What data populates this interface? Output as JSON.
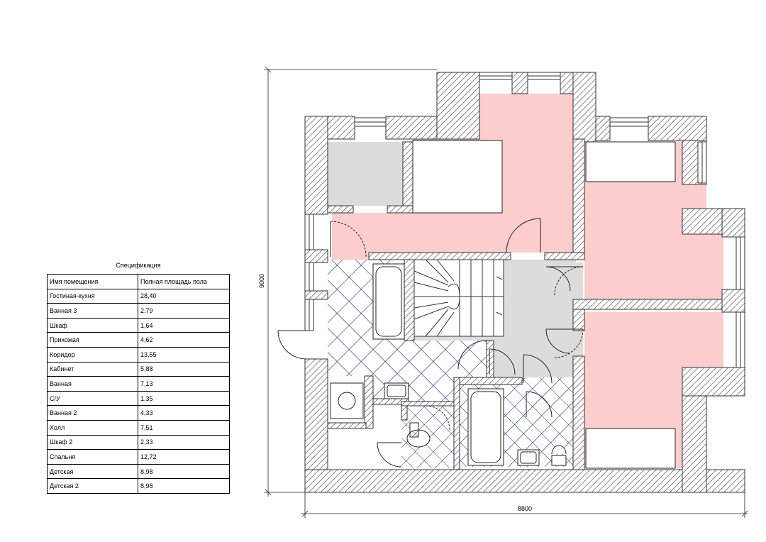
{
  "spec": {
    "title": "Спецификация",
    "headers": [
      "Имя помещения",
      "Полная площадь пола"
    ],
    "rows": [
      [
        "Гостиная-кухня",
        "28,40"
      ],
      [
        "Ванная 3",
        "2,79"
      ],
      [
        "Шкаф",
        "1,64"
      ],
      [
        "Прихожая",
        "4,62"
      ],
      [
        "Коридор",
        "13,55"
      ],
      [
        "Кабинет",
        "5,88"
      ],
      [
        "Ванная",
        "7,13"
      ],
      [
        "С/У",
        "1,35"
      ],
      [
        "Ванная 2",
        "4,33"
      ],
      [
        "Холл",
        "7,51"
      ],
      [
        "Шкаф 2",
        "2,33"
      ],
      [
        "Спальня",
        "12,72"
      ],
      [
        "Детская",
        "8,98"
      ],
      [
        "Детская 2",
        "8,98"
      ]
    ]
  },
  "dimensions": {
    "width_label": "8800",
    "height_label": "9000"
  },
  "colors": {
    "wall_fill": "#ffffff",
    "wall_hatch": "#555555",
    "room_pink": "#fbcdcd",
    "room_grey": "#dcdcdc",
    "tile_line": "#1a2a7a"
  }
}
